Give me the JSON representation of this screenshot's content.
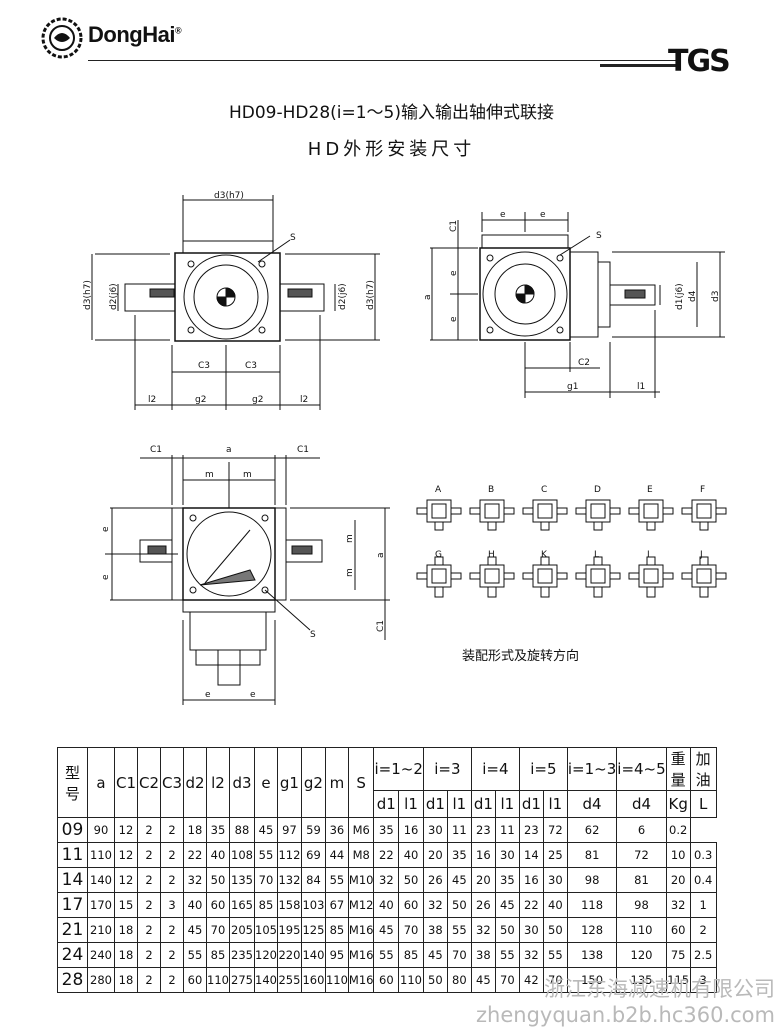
{
  "header": {
    "brand": "DongHai",
    "brand_mark": "®",
    "series_logo": "TGS"
  },
  "titles": {
    "main": "HD09-HD28(i=1～5)输入输出轴伸式联接",
    "sub": "HD外形安装尺寸"
  },
  "drawing": {
    "top_left_labels": {
      "d3_top": "d3(h7)",
      "S": "S",
      "d2_left": "d2(j6)",
      "d3_left": "d3(h7)",
      "d2_right": "d2(j6)",
      "d3_right": "d3(h7)",
      "c3_a": "C3",
      "c3_b": "C3",
      "l2_a": "l2",
      "g2_a": "g2",
      "g2_b": "g2",
      "l2_b": "l2"
    },
    "top_right_labels": {
      "c1": "C1",
      "e_top": "e",
      "S": "S",
      "a": "a",
      "e1": "e",
      "e2": "e",
      "d1": "d1(j6)",
      "d4": "d4",
      "d3": "d3",
      "c2": "C2",
      "g1": "g1",
      "l1": "l1"
    },
    "bottom_labels": {
      "c1_left": "C1",
      "a": "a",
      "c1_right": "C1",
      "m1": "m",
      "m2": "m",
      "e1": "e",
      "e2": "e",
      "m3": "m",
      "m4": "m",
      "a_right": "a",
      "c1_bottom": "C1",
      "S": "S",
      "e_b1": "e",
      "e_b2": "e"
    },
    "assembly_forms_top": [
      "A",
      "B",
      "C",
      "D",
      "E",
      "F"
    ],
    "assembly_forms_bottom": [
      "G",
      "H",
      "K",
      "L",
      "I",
      "J"
    ],
    "assembly_caption": "装配形式及旋转方向"
  },
  "table": {
    "header_row1": [
      "型号",
      "a",
      "C1",
      "C2",
      "C3",
      "d2",
      "l2",
      "d3",
      "e",
      "g1",
      "g2",
      "m",
      "S",
      "i=1~2",
      "i=3",
      "i=4",
      "i=5",
      "i=1~3",
      "i=4~5",
      "重量",
      "加油"
    ],
    "header_row2": [
      "d1",
      "l1",
      "d1",
      "l1",
      "d1",
      "l1",
      "d1",
      "l1",
      "d4",
      "d4",
      "Kg",
      "L"
    ],
    "rows": [
      [
        "09",
        "90",
        "12",
        "2",
        "2",
        "18",
        "35",
        "88",
        "45",
        "97",
        "59",
        "36",
        "M6",
        "35",
        "16",
        "30",
        "11",
        "23",
        "11",
        "23",
        "72",
        "62",
        "6",
        "0.2"
      ],
      [
        "11",
        "110",
        "12",
        "2",
        "2",
        "22",
        "40",
        "108",
        "55",
        "112",
        "69",
        "44",
        "M8",
        "22",
        "40",
        "20",
        "35",
        "16",
        "30",
        "14",
        "25",
        "81",
        "72",
        "10",
        "0.3"
      ],
      [
        "14",
        "140",
        "12",
        "2",
        "2",
        "32",
        "50",
        "135",
        "70",
        "132",
        "84",
        "55",
        "M10",
        "32",
        "50",
        "26",
        "45",
        "20",
        "35",
        "16",
        "30",
        "98",
        "81",
        "20",
        "0.4"
      ],
      [
        "17",
        "170",
        "15",
        "2",
        "3",
        "40",
        "60",
        "165",
        "85",
        "158",
        "103",
        "67",
        "M12",
        "40",
        "60",
        "32",
        "50",
        "26",
        "45",
        "22",
        "40",
        "118",
        "98",
        "32",
        "1"
      ],
      [
        "21",
        "210",
        "18",
        "2",
        "2",
        "45",
        "70",
        "205",
        "105",
        "195",
        "125",
        "85",
        "M16",
        "45",
        "70",
        "38",
        "55",
        "32",
        "50",
        "30",
        "50",
        "128",
        "110",
        "60",
        "2"
      ],
      [
        "24",
        "240",
        "18",
        "2",
        "2",
        "55",
        "85",
        "235",
        "120",
        "220",
        "140",
        "95",
        "M16",
        "55",
        "85",
        "45",
        "70",
        "38",
        "55",
        "32",
        "55",
        "138",
        "120",
        "75",
        "2.5"
      ],
      [
        "28",
        "280",
        "18",
        "2",
        "2",
        "60",
        "110",
        "275",
        "140",
        "255",
        "160",
        "110",
        "M16",
        "60",
        "110",
        "50",
        "80",
        "45",
        "70",
        "42",
        "70",
        "150",
        "135",
        "115",
        "3"
      ]
    ]
  },
  "watermark": {
    "line1": "浙江东海减速机有限公司",
    "line2": "zhengyquan.b2b.hc360.com"
  }
}
